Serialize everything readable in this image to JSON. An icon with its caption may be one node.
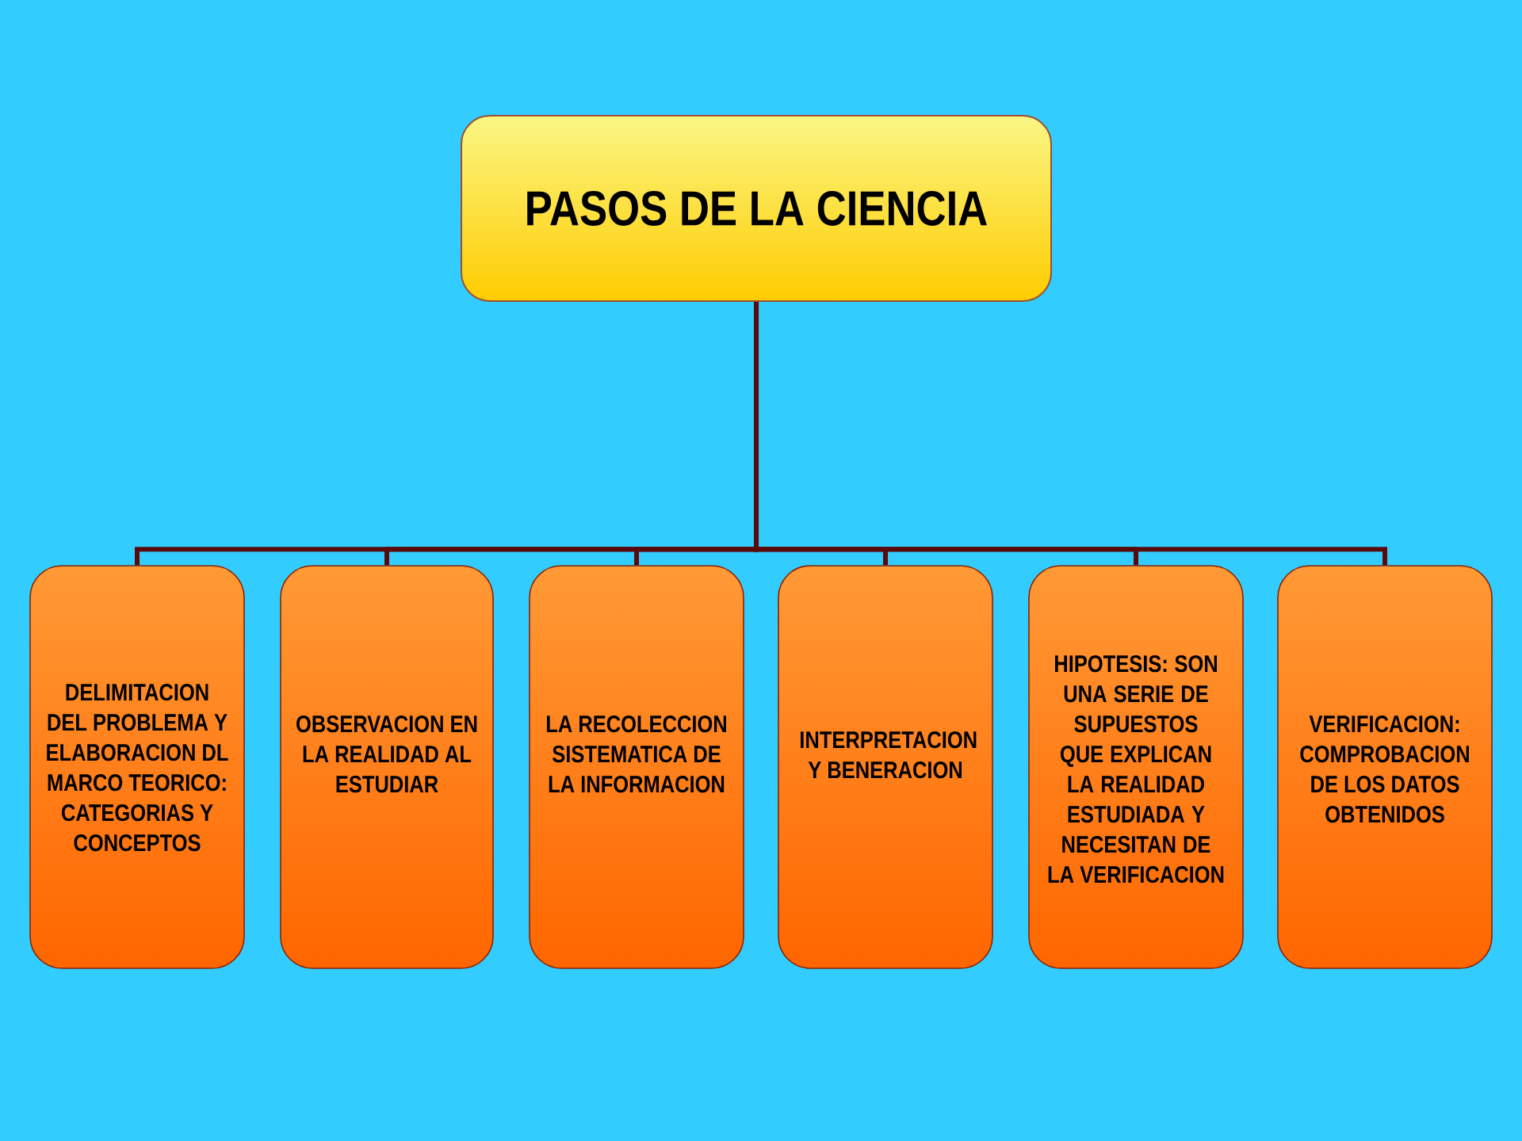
{
  "diagram": {
    "nodes": [
      {
        "text": [
          "PASOS DE LA CIENCIA"
        ]
      },
      {
        "text": [
          "DELIMITACION DEL PROBLEMA Y ELABORACION DL MARCO TEORICO: CATEGORIAS Y CONCEPTOS"
        ]
      },
      {
        "text": [
          "OBSERVACION EN LA REALIDAD AL ESTUDIAR"
        ]
      },
      {
        "text": [
          "LA RECOLECCION SISTEMATICA DE LA INFORMACION"
        ]
      },
      {
        "text": [
          "INTERPRETACION Y BENERACION"
        ]
      },
      {
        "text": [
          "HIPOTESIS: SON UNA SERIE DE SUPUESTOS QUE EXPLICAN LA REALIDAD ESTUDIADA Y NECESITAN DE LA VERIFICACION"
        ]
      },
      {
        "text": [
          "VERIFICACION: COMPROBACION DE LOS DATOS OBTENIDOS"
        ]
      }
    ],
    "edges": [
      {
        "from": 0,
        "to": 1,
        "arrow": "none"
      },
      {
        "from": 0,
        "to": 2,
        "arrow": "none"
      },
      {
        "from": 0,
        "to": 3,
        "arrow": "none"
      },
      {
        "from": 0,
        "to": 4,
        "arrow": "none"
      },
      {
        "from": 0,
        "to": 5,
        "arrow": "none"
      },
      {
        "from": 0,
        "to": 6,
        "arrow": "none"
      }
    ]
  }
}
